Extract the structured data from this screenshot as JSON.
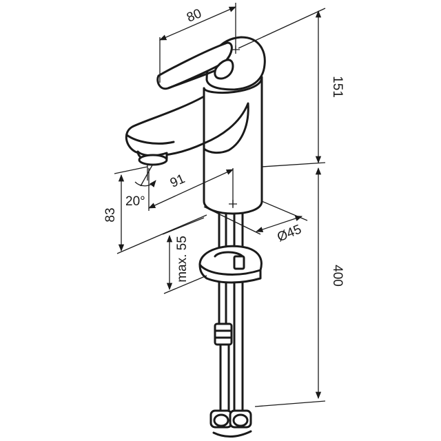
{
  "dimensions": {
    "lever_length": "80",
    "body_height": "151",
    "spout_reach": "91",
    "spout_angle": "20°",
    "outlet_height": "83",
    "body_diameter": "Ø45",
    "deck_thickness": "max. 55",
    "hose_length": "400"
  },
  "colors": {
    "line": "#1a1a1a",
    "background": "#ffffff"
  }
}
